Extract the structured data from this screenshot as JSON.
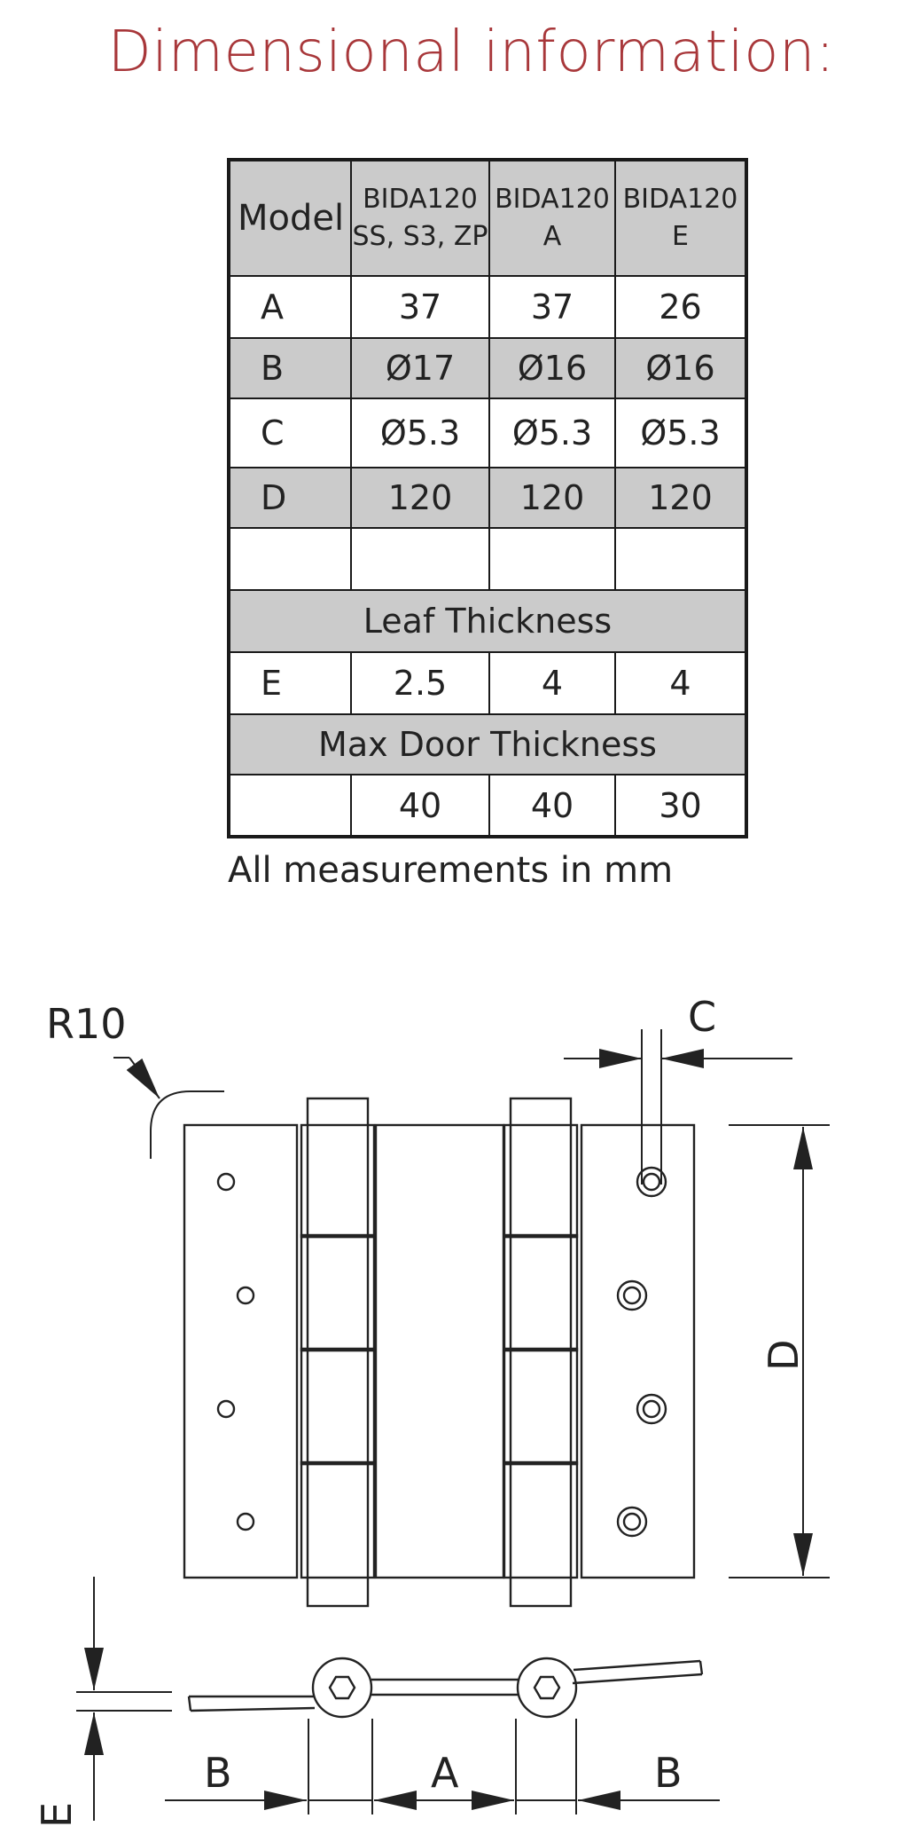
{
  "title": "Dimensional information:",
  "table": {
    "model_label": "Model",
    "columns": [
      {
        "line1": "BIDA120",
        "line2": "SS, S3, ZP"
      },
      {
        "line1": "BIDA120",
        "line2": "A"
      },
      {
        "line1": "BIDA120",
        "line2": "E"
      }
    ],
    "rows": [
      {
        "label": "A",
        "values": [
          "37",
          "37",
          "26"
        ]
      },
      {
        "label": "B",
        "values": [
          "Ø17",
          "Ø16",
          "Ø16"
        ]
      },
      {
        "label": "C",
        "values": [
          "Ø5.3",
          "Ø5.3",
          "Ø5.3"
        ]
      },
      {
        "label": "D",
        "values": [
          "120",
          "120",
          "120"
        ]
      }
    ],
    "leaf_thickness_label": "Leaf Thickness",
    "leaf_row": {
      "label": "E",
      "values": [
        "2.5",
        "4",
        "4"
      ]
    },
    "max_door_label": "Max Door Thickness",
    "max_door_row": {
      "label": "",
      "values": [
        "40",
        "40",
        "30"
      ]
    }
  },
  "note": "All measurements in mm",
  "drawing": {
    "radius_label": "R10",
    "label_a": "A",
    "label_b": "B",
    "label_c": "C",
    "label_d": "D",
    "label_e": "E"
  }
}
